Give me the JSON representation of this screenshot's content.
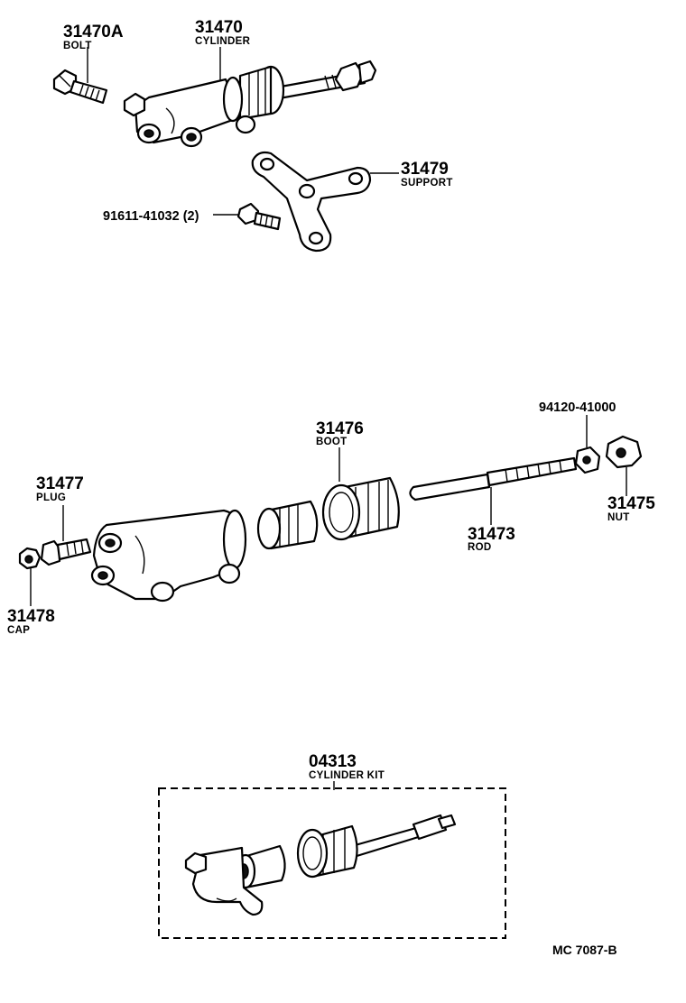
{
  "labels": {
    "p31470a": {
      "number": "31470A",
      "name": "BOLT"
    },
    "p31470": {
      "number": "31470",
      "name": "CYLINDER"
    },
    "p31479": {
      "number": "31479",
      "name": "SUPPORT"
    },
    "p91611": {
      "number": "91611-41032 (2)"
    },
    "p94120": {
      "number": "94120-41000"
    },
    "p31476": {
      "number": "31476",
      "name": "BOOT"
    },
    "p31477": {
      "number": "31477",
      "name": "PLUG"
    },
    "p31475": {
      "number": "31475",
      "name": "NUT"
    },
    "p31473": {
      "number": "31473",
      "name": "ROD"
    },
    "p31478": {
      "number": "31478",
      "name": "CAP"
    },
    "p04313": {
      "number": "04313",
      "name": "CYLINDER KIT"
    }
  },
  "reference": "MC  7087-B",
  "colors": {
    "ink": "#000000",
    "paper": "#ffffff"
  }
}
